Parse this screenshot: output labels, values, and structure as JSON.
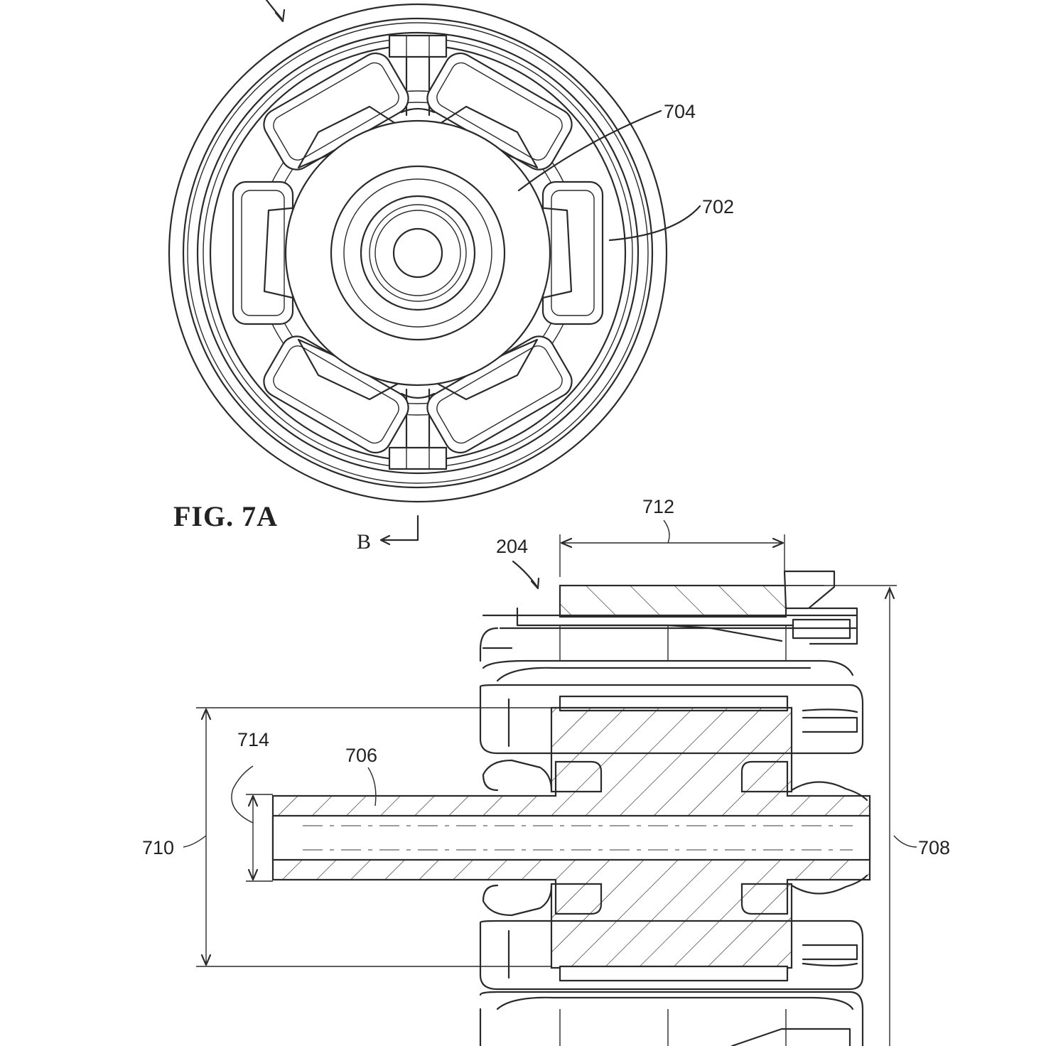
{
  "figure_caption": "FIG. 7A",
  "section_marker": "B",
  "reference_numerals": {
    "rotor_hub": "704",
    "stator_tooth_coil": "702",
    "assembly": "204",
    "stack_length": "712",
    "shaft_diameter": "714",
    "shaft": "706",
    "inner_height": "710",
    "outer_height": "708"
  }
}
